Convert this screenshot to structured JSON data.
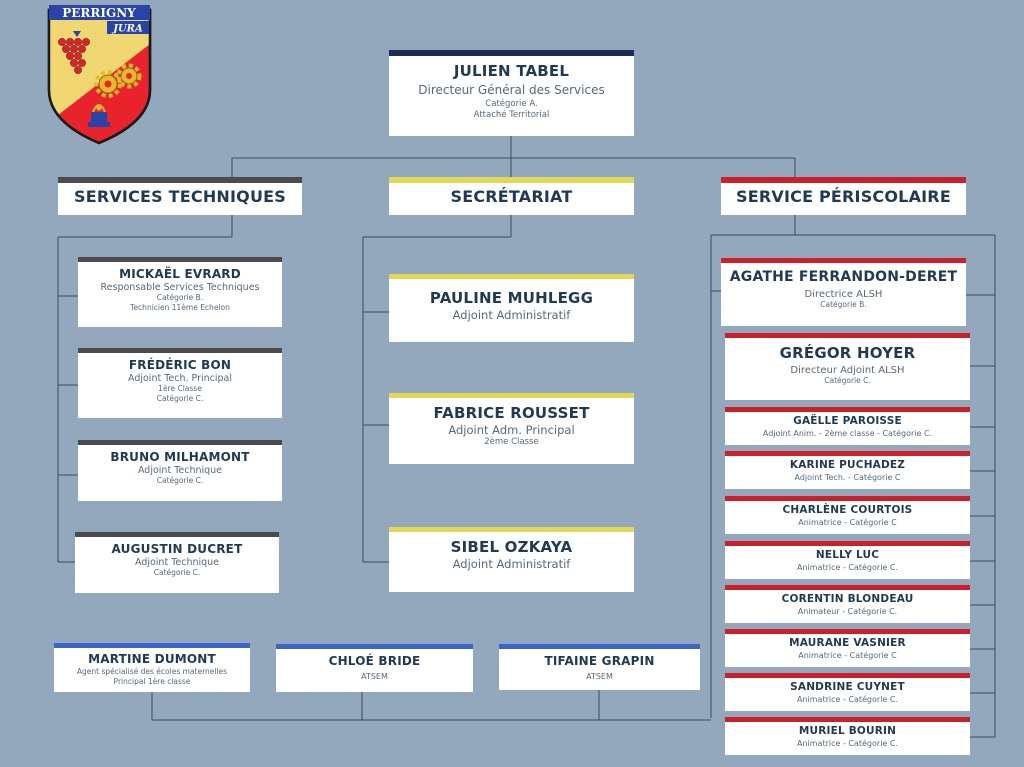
{
  "colors": {
    "background": "#93a8bc",
    "director_bar": "#1f2b57",
    "technical_bar": "#4b4b4b",
    "secretariat_bar": "#e2d856",
    "periscolaire_bar": "#cc1f2a",
    "atsem_bar": "#3b63c9",
    "line": "#3e4a55",
    "name_text": "#1f3a52"
  },
  "logo": {
    "title": "PERRIGNY",
    "subtitle": "JURA",
    "icons": [
      "grape-cluster-icon",
      "gear-icon",
      "gear-icon",
      "fountain-icon"
    ]
  },
  "director": {
    "name": "JULIEN TABEL",
    "role": "Directeur Général des Services",
    "lines": [
      "Catégorie A.",
      "Attaché Territorial"
    ]
  },
  "departments": {
    "technical": "SERVICES TECHNIQUES",
    "secretariat": "SECRÉTARIAT",
    "periscolaire": "SERVICE PÉRISCOLAIRE"
  },
  "technical_staff": [
    {
      "name": "MICKAËL EVRARD",
      "role": "Responsable Services Techniques",
      "lines": [
        "Catégorie B.",
        "Technicien 11ème Echelon"
      ]
    },
    {
      "name": "FRÉDÉRIC BON",
      "role": "Adjoint Tech. Principal",
      "lines": [
        "1ère Classe",
        "Catégorie C."
      ]
    },
    {
      "name": "BRUNO MILHAMONT",
      "role": "Adjoint Technique",
      "lines": [
        "Catégorie C."
      ]
    },
    {
      "name": "AUGUSTIN DUCRET",
      "role": "Adjoint Technique",
      "lines": [
        "Catégorie C."
      ]
    }
  ],
  "secretariat_staff": [
    {
      "name": "PAULINE MUHLEGG",
      "role": "Adjoint Administratif",
      "lines": []
    },
    {
      "name": "FABRICE ROUSSET",
      "role": "Adjoint Adm. Principal",
      "lines": [
        "2ème Classe"
      ]
    },
    {
      "name": "SIBEL OZKAYA",
      "role": "Adjoint Administratif",
      "lines": []
    }
  ],
  "periscolaire_staff": [
    {
      "name": "AGATHE FERRANDON-DERET",
      "role": "Directrice ALSH",
      "lines": [
        "Catégorie B."
      ]
    },
    {
      "name": "GRÉGOR HOYER",
      "role": "Directeur Adjoint ALSH",
      "lines": [
        "Catégorie C."
      ]
    },
    {
      "name": "GAËLLE PAROISSE",
      "role": "Adjoint Anim. - 2ème classe - Catégorie C.",
      "lines": []
    },
    {
      "name": "KARINE PUCHADEZ",
      "role": "Adjoint Tech. - Catégorie C",
      "lines": []
    },
    {
      "name": "CHARLÈNE COURTOIS",
      "role": "Animatrice - Catégorie C",
      "lines": []
    },
    {
      "name": "NELLY LUC",
      "role": "Animatrice -  Catégorie C.",
      "lines": []
    },
    {
      "name": "CORENTIN BLONDEAU",
      "role": "Animateur - Catégorie C.",
      "lines": []
    },
    {
      "name": "MAURANE VASNIER",
      "role": "Animatrice - Catégorie C",
      "lines": []
    },
    {
      "name": "SANDRINE CUYNET",
      "role": "Animatrice - Catégorie C.",
      "lines": []
    },
    {
      "name": "MURIEL BOURIN",
      "role": "Animatrice - Catégorie C.",
      "lines": []
    }
  ],
  "atsem_staff": [
    {
      "name": "MARTINE DUMONT",
      "role": "Agent spécialisé des écoles maternelles",
      "lines": [
        "Principal 1ère classe"
      ]
    },
    {
      "name": "CHLOÉ BRIDE",
      "role": "ATSEM",
      "lines": []
    },
    {
      "name": "TIFAINE GRAPIN",
      "role": "ATSEM",
      "lines": []
    }
  ]
}
